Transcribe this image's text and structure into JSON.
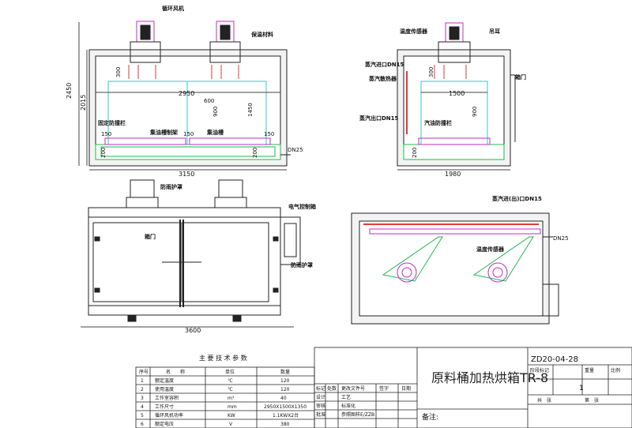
{
  "front_view": {
    "labels": {
      "fan": "循环风机",
      "insulation": "保温材料",
      "bracket": "固定防撞栏",
      "tank_holder": "集油槽制架",
      "tank": "集油槽",
      "dn25": "DN25"
    },
    "dims": {
      "h_total": "2450",
      "h_inner": "2015",
      "w_total": "3150",
      "w_inner": "2950",
      "d300": "300",
      "d600": "600",
      "d900": "900",
      "d1450": "1450",
      "d150a": "150",
      "d150b": "150",
      "d150c": "150",
      "d200a": "200",
      "d200b": "200"
    }
  },
  "side_view": {
    "labels": {
      "temp_sensor": "温度传感器",
      "vent": "吊耳",
      "steam_in": "蒸汽进口DN15",
      "steam_exchanger": "蒸汽散热器",
      "door": "箱门",
      "steam_out": "蒸汽出口DN15",
      "guard": "汽油防撞栏"
    },
    "dims": {
      "w_total": "1980",
      "w_inner": "1500",
      "d300": "300",
      "d900": "900",
      "d200": "200"
    }
  },
  "bottom_front": {
    "labels": {
      "cover_top": "防雨护罩",
      "door": "箱门",
      "control_box": "电气控制箱",
      "cover_side": "防雨护罩"
    },
    "dims": {
      "w_total": "3600"
    }
  },
  "top_view": {
    "labels": {
      "steam_in": "蒸汽进(出)口DN15",
      "dn25": "DN25",
      "temp_sensor": "温度传感器"
    }
  },
  "params_table": {
    "title": "主 要 技 术 参 数",
    "headers": [
      "序号",
      "名　　称",
      "单位",
      "数量"
    ],
    "rows": [
      [
        "1",
        "额定温度",
        "℃",
        "120"
      ],
      [
        "2",
        "使用温度",
        "℃",
        "120"
      ],
      [
        "3",
        "工作室容积",
        "m³",
        "40"
      ],
      [
        "4",
        "工作尺寸",
        "mm",
        "2950X1500X1350"
      ],
      [
        "5",
        "循环风机功率",
        "KW",
        "1.1KWX2台"
      ],
      [
        "6",
        "额定电压",
        "V",
        "380"
      ]
    ]
  },
  "title_block": {
    "drawing_no": "ZD20-04-28",
    "name": "原料桶加热烘箱TR-8",
    "remark": "备注:",
    "stage_mark": "阶段标记",
    "weight": "重量",
    "scale": "比例",
    "qty": "1",
    "sheet_total": "共　张",
    "sheet_no": "第　张",
    "rows_left": [
      [
        "标记",
        "处数",
        "更改文件号",
        "签字",
        "日期"
      ],
      [
        "设计",
        "",
        "工艺",
        "",
        ""
      ],
      [
        "审核",
        "",
        "标准化",
        "",
        ""
      ],
      [
        "批准",
        "",
        "",
        "",
        ""
      ]
    ],
    "material": "参照图样E/ZZB"
  }
}
